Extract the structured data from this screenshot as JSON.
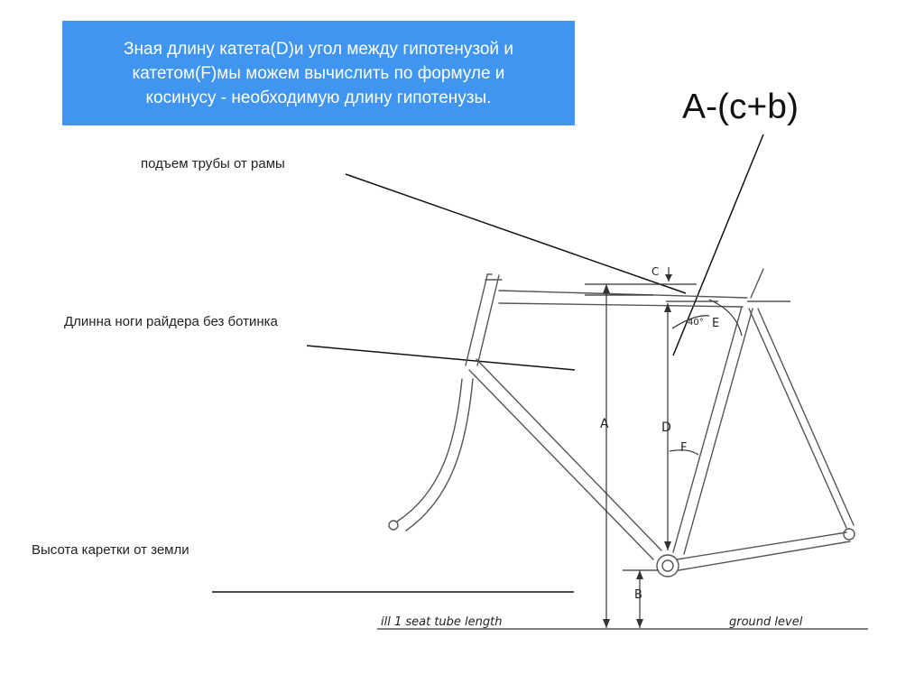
{
  "info_box": {
    "lines": [
      "Зная длину катета(D)и угол между гипотенузой и",
      "катетом(F)мы можем вычислить по формуле и",
      "косинусу - необходимую длину гипотенузы."
    ]
  },
  "formula": "A-(c+b)",
  "annotations": {
    "tube_rise": "подъем трубы от рамы",
    "leg_length": "Длинна ноги райдера без ботинка",
    "bb_height": "Высота каретки от земли"
  },
  "diagram": {
    "labels": {
      "a": "A",
      "b": "B",
      "c": "C",
      "d": "D",
      "e": "E",
      "f": "F",
      "angle": "40°"
    },
    "caption": "ill 1 seat tube length",
    "ground": "ground level"
  },
  "colors": {
    "box_background": "#3f95f0",
    "box_text": "#ffffff",
    "ink": "#111111"
  }
}
